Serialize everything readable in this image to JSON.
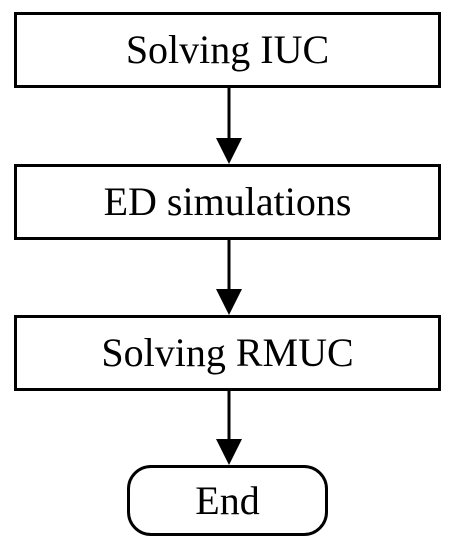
{
  "flowchart": {
    "steps": [
      "Solving IUC",
      "ED simulations",
      "Solving RMUC"
    ],
    "terminal": "End"
  }
}
